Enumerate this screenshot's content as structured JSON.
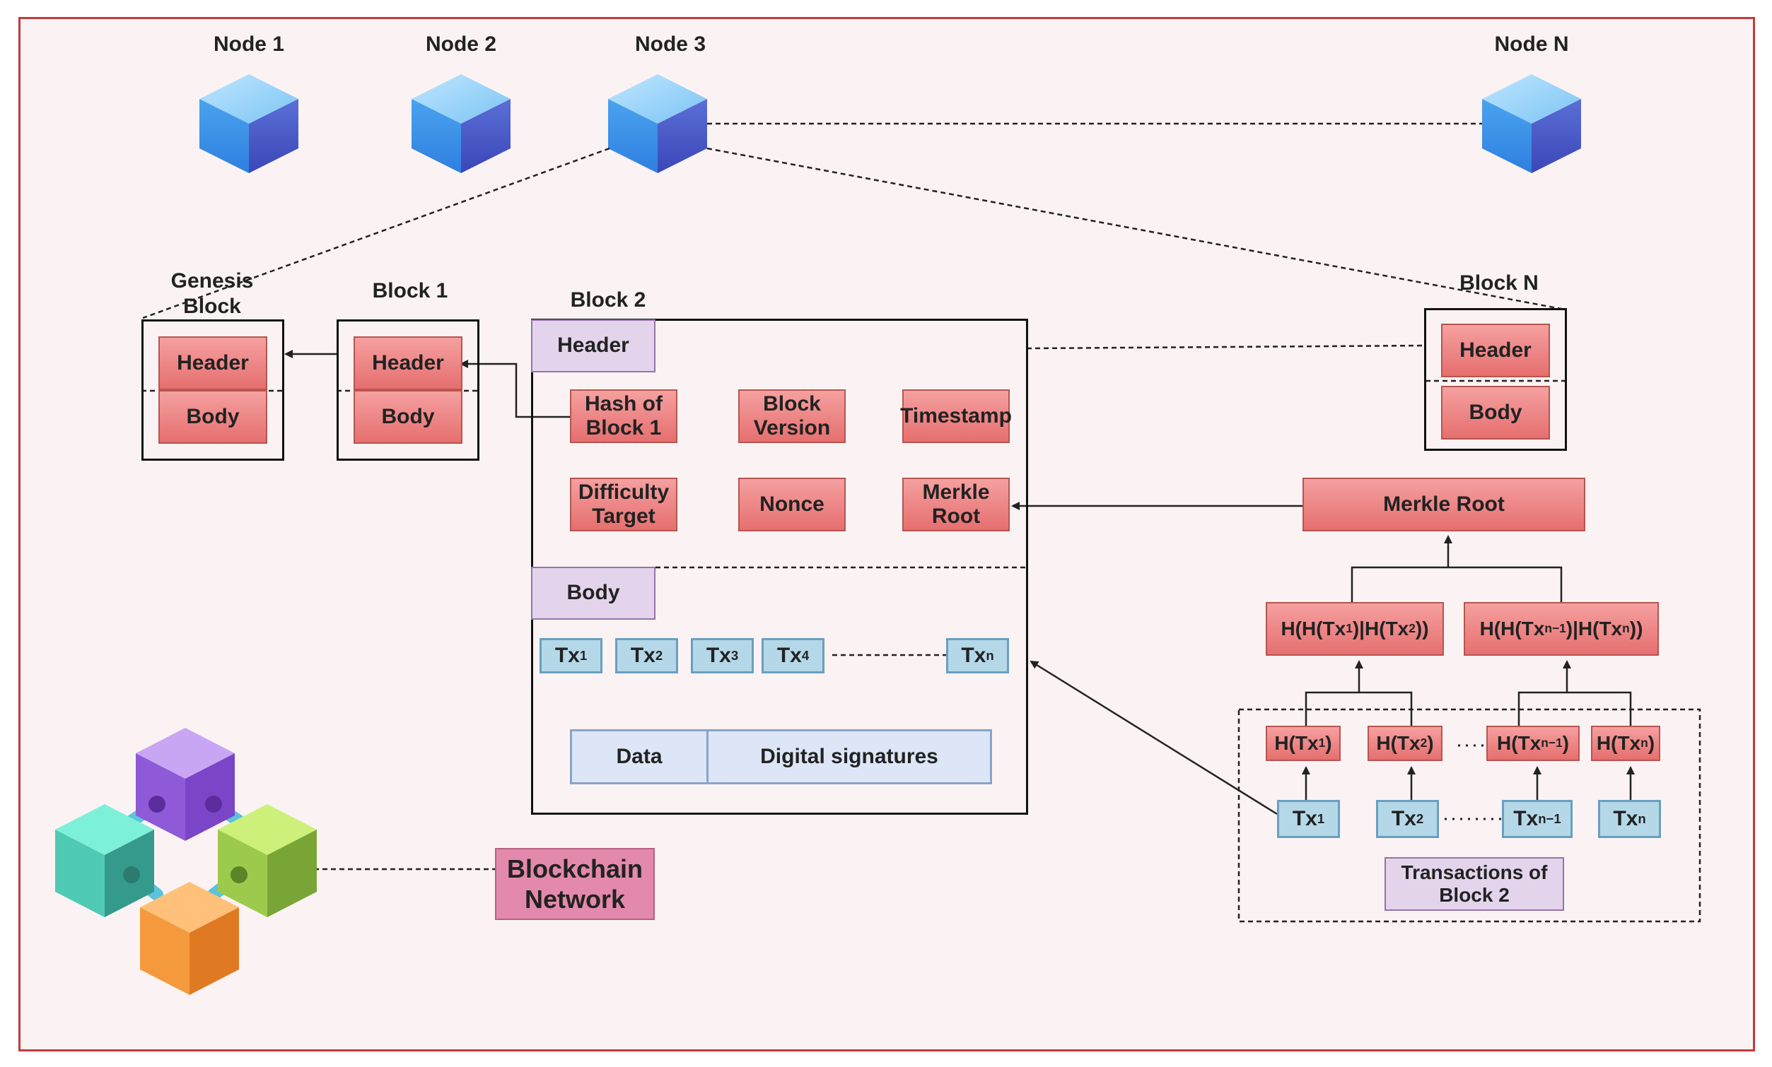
{
  "nodes": [
    "Node 1",
    "Node 2",
    "Node 3",
    "Node N"
  ],
  "blocks": {
    "genesis": {
      "title_line1": "Genesis",
      "title_line2": "Block",
      "header": "Header",
      "body": "Body"
    },
    "block1": {
      "title": "Block 1",
      "header": "Header",
      "body": "Body"
    },
    "block2": {
      "title": "Block 2",
      "header": "Header",
      "body": "Body",
      "fields": {
        "hash_line1": "Hash of",
        "hash_line2": "Block 1",
        "version_line1": "Block",
        "version_line2": "Version",
        "timestamp": "Timestamp",
        "difficulty_line1": "Difficulty",
        "difficulty_line2": "Target",
        "nonce": "Nonce",
        "merkle_line1": "Merkle",
        "merkle_line2": "Root"
      },
      "txs": [
        {
          "base": "Tx",
          "sub": "1"
        },
        {
          "base": "Tx",
          "sub": "2"
        },
        {
          "base": "Tx",
          "sub": "3"
        },
        {
          "base": "Tx",
          "sub": "4"
        },
        {
          "base": "Tx",
          "sub": "n"
        }
      ],
      "data": "Data",
      "signatures": "Digital signatures"
    },
    "blockN": {
      "title": "Block N",
      "header": "Header",
      "body": "Body"
    }
  },
  "merkle": {
    "root": "Merkle Root",
    "pair_left": {
      "p1": "H(H(Tx",
      "s1": "1",
      "p2": ")|H(Tx",
      "s2": "2",
      "p3": "))"
    },
    "pair_right": {
      "p1": "H(H(Tx",
      "s1": "n−1",
      "p2": ")|H(Tx",
      "s2": "n",
      "p3": "))"
    },
    "hashes": [
      {
        "pre": "H(Tx",
        "sub": "1",
        "post": ")"
      },
      {
        "pre": "H(Tx",
        "sub": "2",
        "post": ")"
      },
      {
        "pre": "H(Tx",
        "sub": "n−1",
        "post": ")"
      },
      {
        "pre": "H(Tx",
        "sub": "n",
        "post": ")"
      }
    ],
    "txs": [
      {
        "base": "Tx",
        "sub": "1"
      },
      {
        "base": "Tx",
        "sub": "2"
      },
      {
        "base": "Tx",
        "sub": "n−1"
      },
      {
        "base": "Tx",
        "sub": "n"
      }
    ],
    "caption_line1": "Transactions of",
    "caption_line2": "Block 2"
  },
  "network": {
    "line1": "Blockchain",
    "line2": "Network"
  },
  "colors": {
    "frame": "#c43a3a",
    "red_box": "#ea7f7f",
    "blue_box": "#b5d8e8",
    "lavender": "#e3d4ec",
    "network_label": "#e389ad"
  }
}
